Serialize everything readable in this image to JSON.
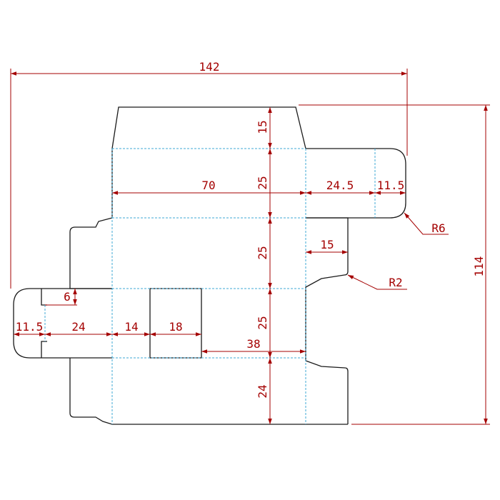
{
  "dimensions": {
    "overall_width": "142",
    "overall_height": "114",
    "top_tab_height": "15",
    "panel_width_main": "70",
    "panel_height_top": "25",
    "side_flap_width": "24.5",
    "side_tuck_width_right": "11.5",
    "panel_height_mid": "25",
    "right_flap_width": "15",
    "panel_height_lower": "25",
    "window_width": "38",
    "bottom_flap_height": "24",
    "left_tuck_width": "11.5",
    "left_flap_width": "24",
    "glue_strip_width": "14",
    "slot_width": "18",
    "notch_depth": "6",
    "corner_radius_large": "R6",
    "corner_radius_small": "R2"
  },
  "colors": {
    "cut_line": "#1a1a1a",
    "fold_line": "#3fa9d6",
    "dimension": "#a40000"
  }
}
